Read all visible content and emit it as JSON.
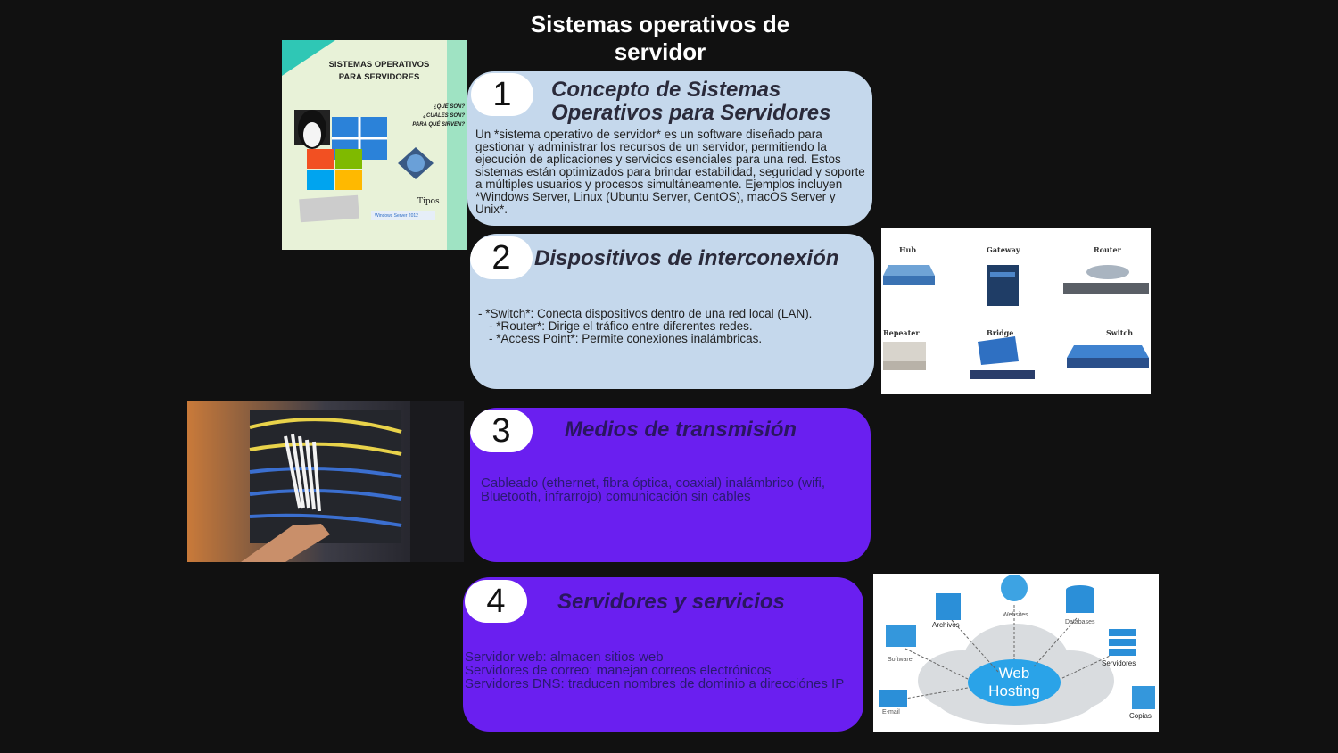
{
  "title": "Sistemas operativos de servidor",
  "cards": [
    {
      "number": "1",
      "heading": "Concepto de Sistemas Operativos para Servidores",
      "body": "Un *sistema operativo de servidor* es un software diseñado para gestionar y administrar los recursos de un servidor, permitiendo la ejecución de aplicaciones y servicios esenciales para una red. Estos sistemas están optimizados para brindar estabilidad, seguridad y soporte a múltiples usuarios y procesos simultáneamente. Ejemplos incluyen *Windows Server, Linux (Ubuntu Server, CentOS), macOS Server y Unix*."
    },
    {
      "number": "2",
      "heading": "Dispositivos de interconexión",
      "lines": [
        "- *Switch*: Conecta dispositivos dentro de una red local (LAN).",
        "- *Router*: Dirige el tráfico entre diferentes redes.",
        "- *Access Point*: Permite conexiones inalámbricas."
      ]
    },
    {
      "number": "3",
      "heading": "Medios de transmisión",
      "body": "Cableado (ethernet, fibra óptica, coaxial) inalámbrico (wifi, Bluetooth, infrarrojo) comunicación sin cables"
    },
    {
      "number": "4",
      "heading": "Servidores y servicios",
      "lines": [
        "Servidor web: almacen sitios web",
        "Servidores de correo: manejan correos electrónicos",
        "Servidores DNS: traducen nombres de dominio a direcciónes IP"
      ]
    }
  ],
  "cover": {
    "title_line1": "SISTEMAS OPERATIVOS",
    "title_line2": "PARA SERVIDORES",
    "q1": "¿QUÉ SON?",
    "q2": "¿CUÁLES SON?",
    "q3": "PARA QUÉ SIRVEN?",
    "tipos": "Tipos",
    "footer": "Windows Server 2012"
  },
  "devices": [
    "Hub",
    "Gateway",
    "Router",
    "Repeater",
    "Bridge",
    "Switch"
  ],
  "hosting": {
    "center_line1": "Web",
    "center_line2": "Hosting",
    "archivos": "Archivos",
    "websites": "Websites",
    "databases": "Databases",
    "software": "Software",
    "servidores": "Servidores",
    "email": "E-mail",
    "copias": "Copias"
  },
  "colors": {
    "background": "#111111",
    "card_light": "#c5d8ec",
    "card_dark": "#6a1ff0"
  }
}
